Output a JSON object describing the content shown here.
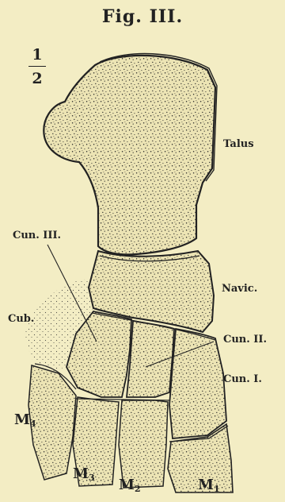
{
  "figure": {
    "title": "Fig. III.",
    "scale": {
      "numerator": "1",
      "denominator": "2"
    },
    "labels": {
      "talus": "Talus",
      "navicular": "Navic.",
      "cuneiform_3": "Cun. III.",
      "cuneiform_2": "Cun. II.",
      "cuneiform_1": "Cun. I.",
      "cuboid": "Cub.",
      "metatarsal_4": {
        "base": "M",
        "sub": "4"
      },
      "metatarsal_3": {
        "base": "M",
        "sub": "3"
      },
      "metatarsal_2": {
        "base": "M",
        "sub": "2"
      },
      "metatarsal_1": {
        "base": "M",
        "sub": "1"
      }
    },
    "colors": {
      "background": "#f3edc4",
      "ink": "#222222",
      "bone_fill": "#ece4b4"
    }
  }
}
